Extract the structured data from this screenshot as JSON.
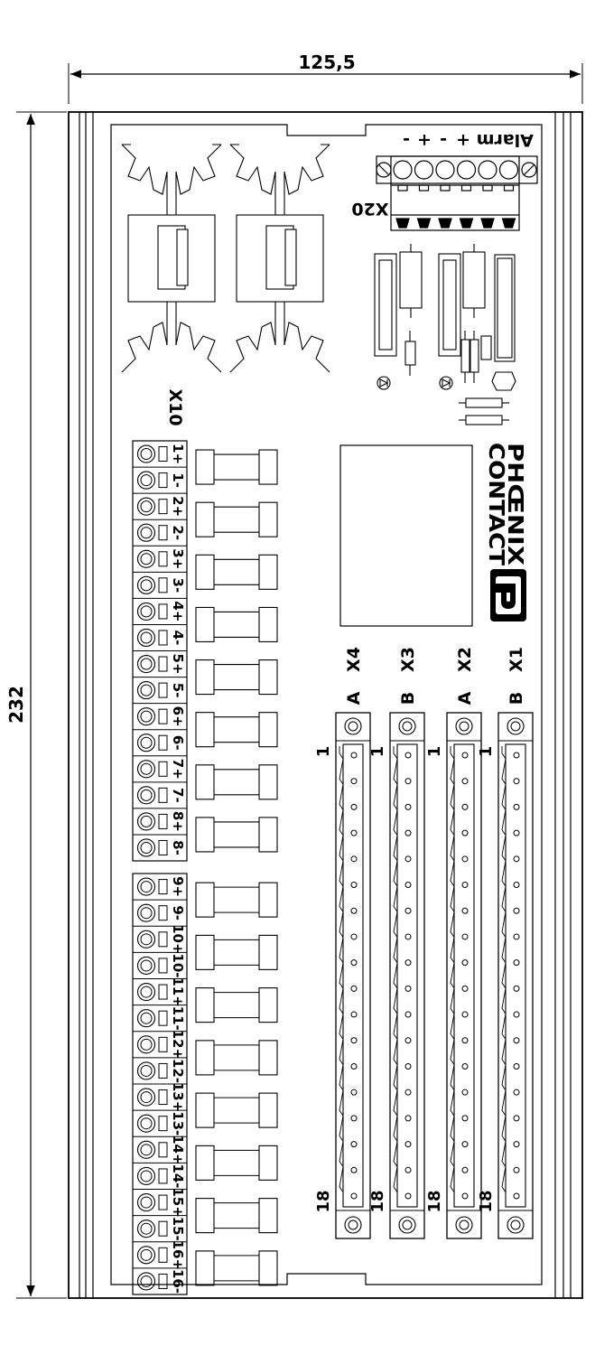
{
  "dimensions": {
    "width_label": "125,5",
    "height_label": "232"
  },
  "top_terminal": {
    "name": "X20",
    "signals": [
      "Alarm +",
      "-",
      "+",
      "-"
    ]
  },
  "fuse_block": {
    "name": "X10"
  },
  "terminals_upper": [
    "1+",
    "1-",
    "2+",
    "2-",
    "3+",
    "3-",
    "4+",
    "4-",
    "5+",
    "5-",
    "6+",
    "6-",
    "7+",
    "7-",
    "8+",
    "8-"
  ],
  "terminals_lower": [
    "9+",
    "9-",
    "10+",
    "10-",
    "11+",
    "11-",
    "12+",
    "12-",
    "13+",
    "13-",
    "14+",
    "14-",
    "15+",
    "15-",
    "16+",
    "16-"
  ],
  "brand": {
    "line1": "PHŒNIX",
    "line2": "CONTACT"
  },
  "connectors": [
    {
      "name": "X4",
      "row": "A",
      "first": "1",
      "last": "18"
    },
    {
      "name": "X3",
      "row": "B",
      "first": "1",
      "last": "18"
    },
    {
      "name": "X2",
      "row": "A",
      "first": "1",
      "last": "18"
    },
    {
      "name": "X1",
      "row": "B",
      "first": "1",
      "last": "18"
    }
  ],
  "colors": {
    "stroke": "#000000",
    "background": "#ffffff"
  }
}
